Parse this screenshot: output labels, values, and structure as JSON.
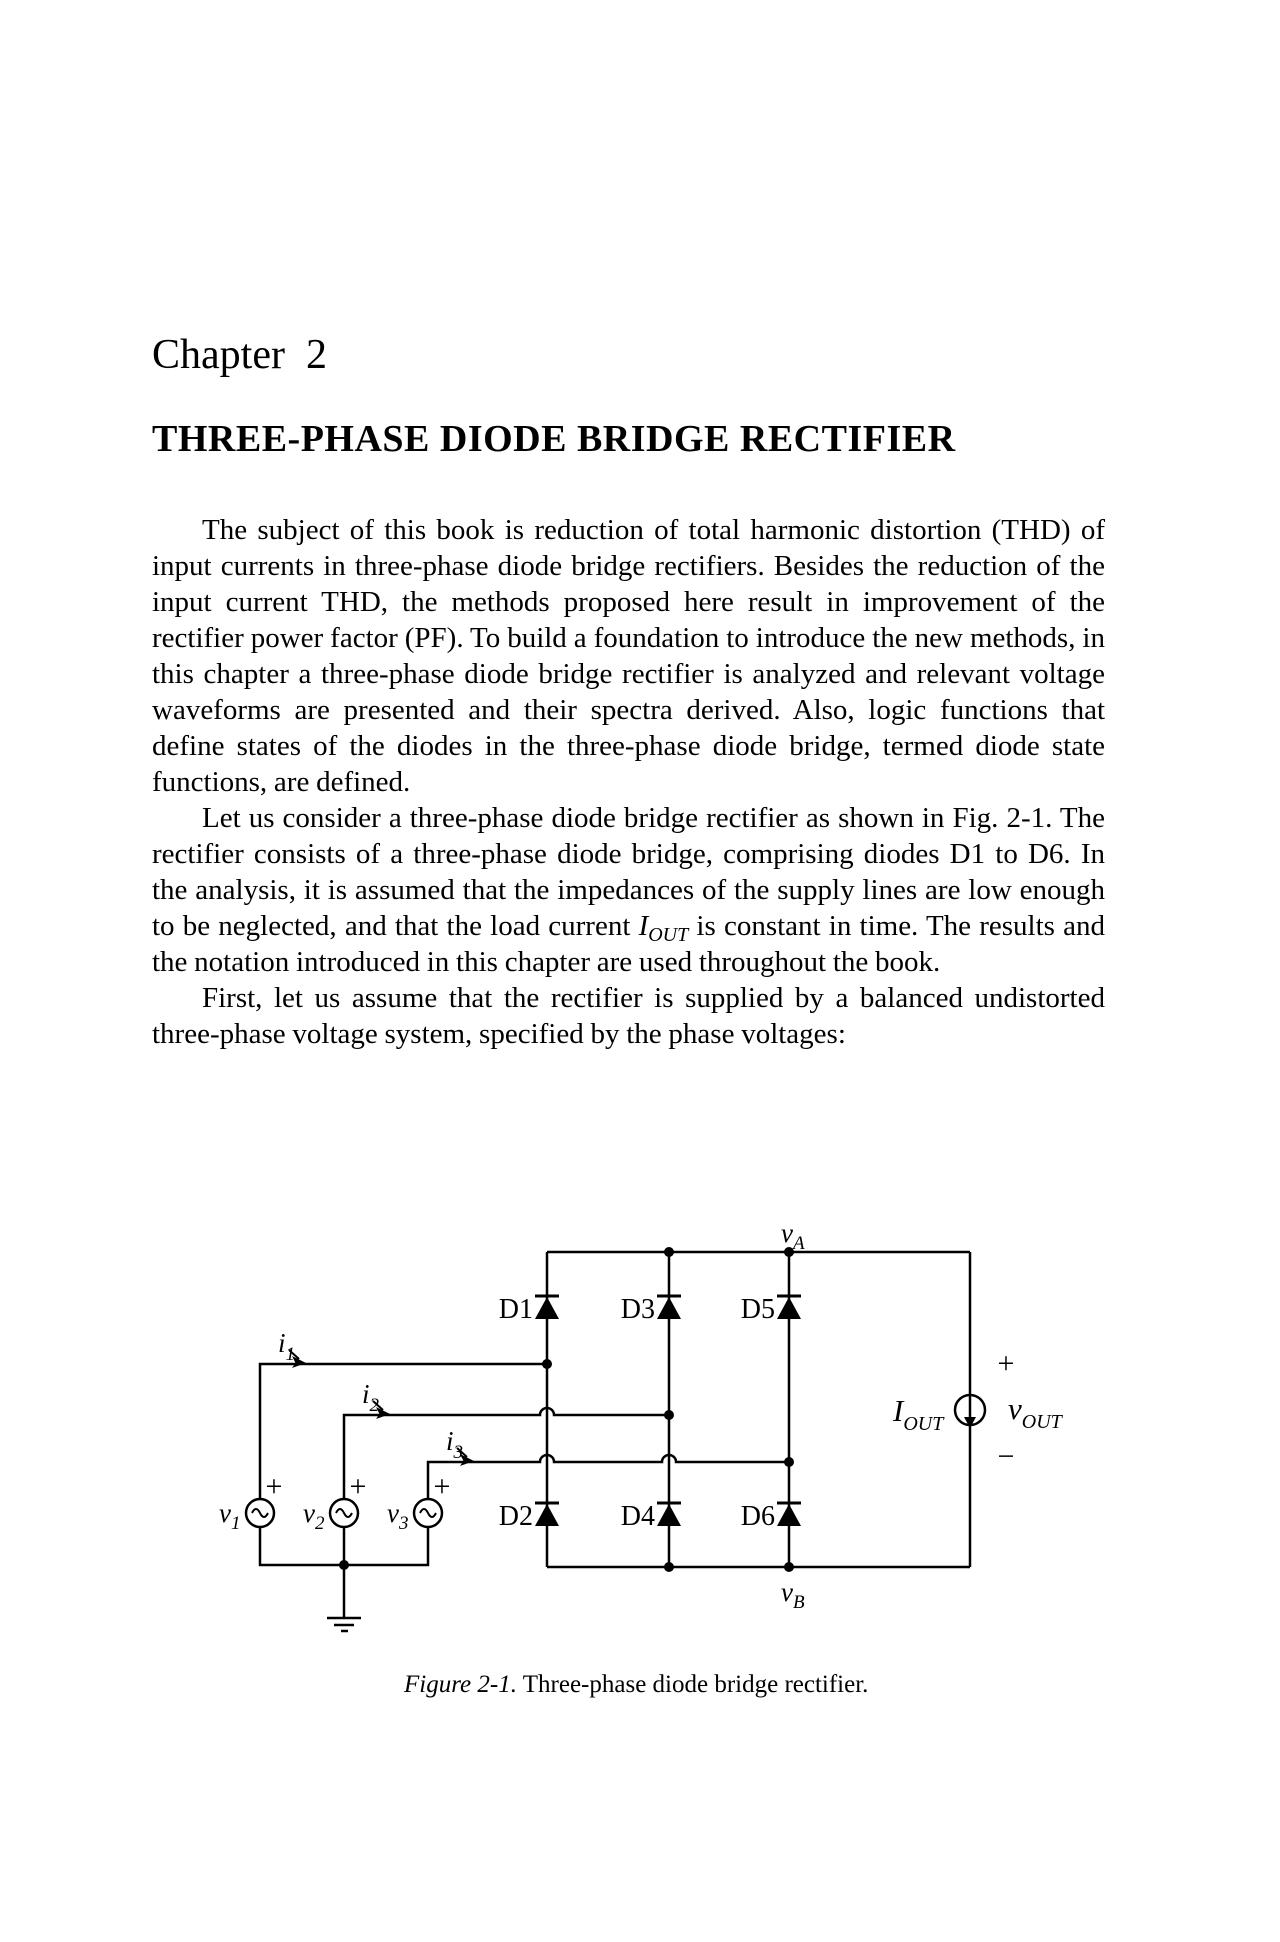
{
  "heading": {
    "chapter": "Chapter  2"
  },
  "title": "THREE-PHASE DIODE BRIDGE RECTIFIER",
  "body": {
    "p1": "The subject of this book is reduction of total harmonic distortion (THD) of input currents in three-phase diode bridge rectifiers. Besides the reduction of the input current THD, the methods proposed here result in improvement of the rectifier power factor (PF). To build a foundation to introduce the new methods, in this chapter a three-phase diode bridge rectifier is analyzed and relevant voltage waveforms are presented and their spectra derived. Also, logic functions that define states of the diodes in the three-phase diode bridge, termed diode state functions, are defined.",
    "p2_pre": "Let us consider a three-phase diode bridge rectifier as shown in Fig. 2-1. The rectifier consists of a three-phase diode bridge, comprising diodes D1 to D6. In the analysis, it is assumed that the impedances of the supply lines are low enough to be neglected, and that the load current ",
    "p2_sym_base": "I",
    "p2_sym_sub": "OUT",
    "p2_post": " is constant in time. The results and the notation introduced in this chapter are used throughout the book.",
    "p3": "First, let us assume that the rectifier is supplied by a balanced undistorted three-phase voltage system, specified by the phase voltages:"
  },
  "figure": {
    "labels": {
      "d1": "D1",
      "d2": "D2",
      "d3": "D3",
      "d4": "D4",
      "d5": "D5",
      "d6": "D6",
      "v1_base": "v",
      "v1_sub": "1",
      "v2_base": "v",
      "v2_sub": "2",
      "v3_base": "v",
      "v3_sub": "3",
      "i1_base": "i",
      "i1_sub": "1",
      "i2_base": "i",
      "i2_sub": "2",
      "i3_base": "i",
      "i3_sub": "3",
      "va_base": "v",
      "va_sub": "A",
      "vb_base": "v",
      "vb_sub": "B",
      "iout_base": "I",
      "iout_sub": "OUT",
      "vout_base": "v",
      "vout_sub": "OUT",
      "plus_v1": "+",
      "plus_v2": "+",
      "plus_v3": "+",
      "plus_out": "+",
      "minus_out": "−"
    },
    "colors": {
      "ink": "#000000",
      "background": "#ffffff"
    }
  },
  "caption": {
    "label": "Figure 2-1.",
    "text": " Three-phase diode bridge rectifier."
  }
}
